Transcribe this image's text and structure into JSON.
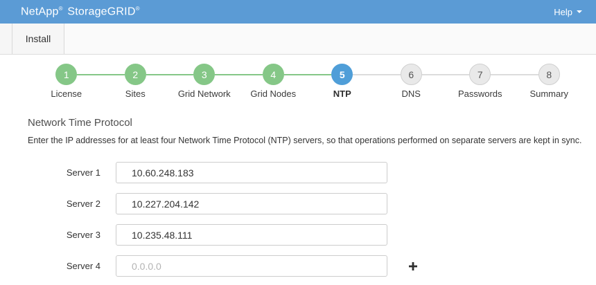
{
  "header": {
    "brand": {
      "word1": "NetApp",
      "word2": "StorageGRID",
      "reg_mark": "®"
    },
    "help_label": "Help"
  },
  "nav": {
    "install_tab": "Install"
  },
  "stepper": {
    "steps": [
      {
        "num": "1",
        "label": "License",
        "status": "completed"
      },
      {
        "num": "2",
        "label": "Sites",
        "status": "completed"
      },
      {
        "num": "3",
        "label": "Grid Network",
        "status": "completed"
      },
      {
        "num": "4",
        "label": "Grid Nodes",
        "status": "completed"
      },
      {
        "num": "5",
        "label": "NTP",
        "status": "current"
      },
      {
        "num": "6",
        "label": "DNS",
        "status": "upcoming"
      },
      {
        "num": "7",
        "label": "Passwords",
        "status": "upcoming"
      },
      {
        "num": "8",
        "label": "Summary",
        "status": "upcoming"
      }
    ]
  },
  "main": {
    "title": "Network Time Protocol",
    "description": "Enter the IP addresses for at least four Network Time Protocol (NTP) servers, so that operations performed on separate servers are kept in sync.",
    "fields": [
      {
        "label": "Server 1",
        "value": "10.60.248.183",
        "placeholder": ""
      },
      {
        "label": "Server 2",
        "value": "10.227.204.142",
        "placeholder": ""
      },
      {
        "label": "Server 3",
        "value": "10.235.48.111",
        "placeholder": ""
      },
      {
        "label": "Server 4",
        "value": "",
        "placeholder": "0.0.0.0"
      }
    ]
  },
  "colors": {
    "header_blue": "#5b9bd5",
    "step_completed_green": "#85c787",
    "step_current_blue": "#4f9ed8",
    "step_upcoming_gray": "#e9e9e9"
  }
}
